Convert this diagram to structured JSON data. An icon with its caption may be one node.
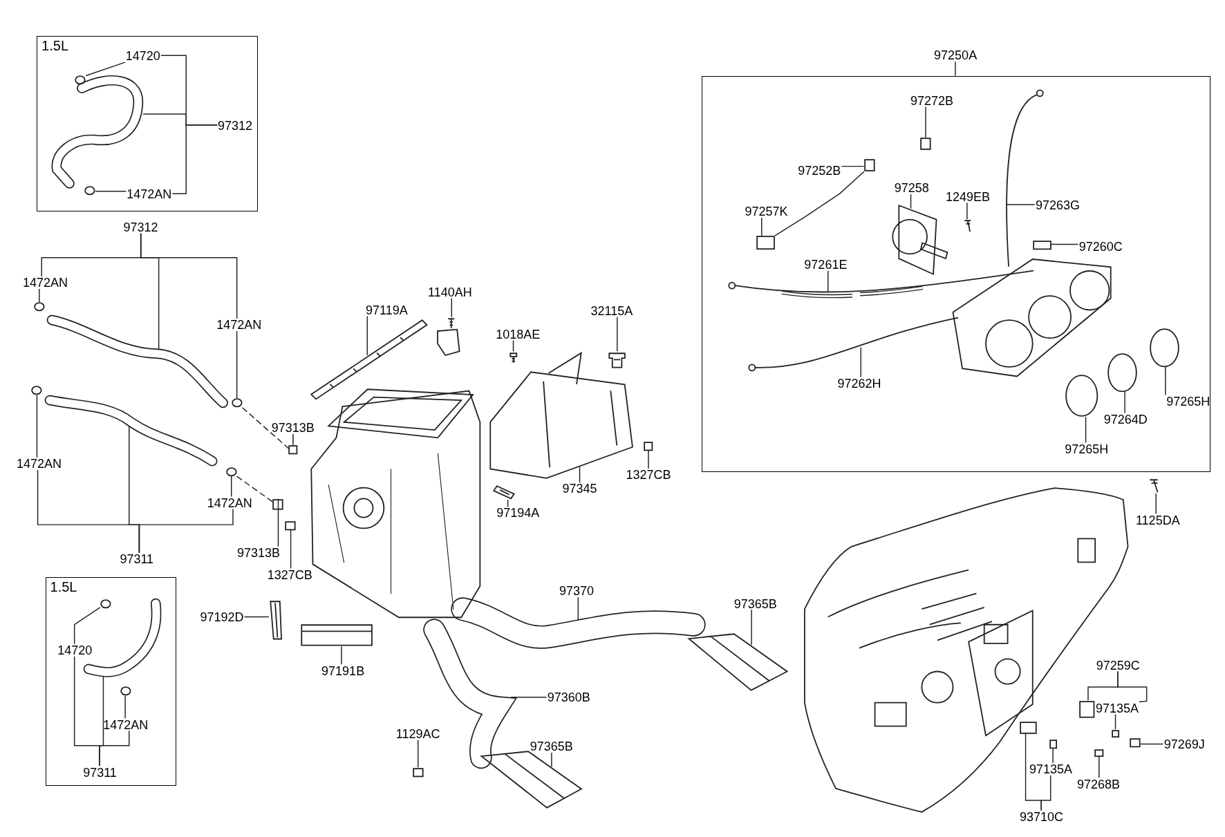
{
  "diagram": {
    "nodes": [
      {
        "text": [
          "1.5L"
        ]
      },
      {
        "text": [
          "14720"
        ],
        "in": 0
      },
      {
        "text": [
          "97312"
        ],
        "in": 0
      },
      {
        "text": [
          "1472AN"
        ],
        "in": 0
      },
      {
        "text": [
          "97312"
        ]
      },
      {
        "text": [
          "1472AN"
        ]
      },
      {
        "text": [
          "1472AN"
        ]
      },
      {
        "text": [
          "1472AN"
        ]
      },
      {
        "text": [
          "1472AN"
        ]
      },
      {
        "text": [
          "97311"
        ]
      },
      {
        "text": [
          "1.5L"
        ]
      },
      {
        "text": [
          "14720"
        ],
        "in": 10
      },
      {
        "text": [
          "1472AN"
        ],
        "in": 10
      },
      {
        "text": [
          "97311"
        ],
        "in": 10
      },
      {
        "text": [
          "97119A"
        ]
      },
      {
        "text": [
          "1140AH"
        ]
      },
      {
        "text": [
          "1018AE"
        ]
      },
      {
        "text": [
          "32115A"
        ]
      },
      {
        "text": [
          "97313B"
        ]
      },
      {
        "text": [
          "97313B"
        ]
      },
      {
        "text": [
          "1327CB"
        ]
      },
      {
        "text": [
          "97345"
        ]
      },
      {
        "text": [
          "1327CB"
        ]
      },
      {
        "text": [
          "97194A"
        ]
      },
      {
        "text": [
          "97192D"
        ]
      },
      {
        "text": [
          "97191B"
        ]
      },
      {
        "text": [
          "97370"
        ]
      },
      {
        "text": [
          "97365B"
        ]
      },
      {
        "text": [
          "97360B"
        ]
      },
      {
        "text": [
          "1129AC"
        ]
      },
      {
        "text": [
          "97365B"
        ]
      },
      {
        "text": [
          "97250A"
        ]
      },
      {
        "text": [],
        "shape": "box"
      },
      {
        "text": [
          "97272B"
        ],
        "in": 32
      },
      {
        "text": [
          "97252B"
        ],
        "in": 32
      },
      {
        "text": [
          "97258"
        ],
        "in": 32
      },
      {
        "text": [
          "1249EB"
        ],
        "in": 32
      },
      {
        "text": [
          "97263G"
        ],
        "in": 32
      },
      {
        "text": [
          "97257K"
        ],
        "in": 32
      },
      {
        "text": [
          "97260C"
        ],
        "in": 32
      },
      {
        "text": [
          "97261E"
        ],
        "in": 32
      },
      {
        "text": [
          "97262H"
        ],
        "in": 32
      },
      {
        "text": [
          "97265H"
        ],
        "in": 32
      },
      {
        "text": [
          "97264D"
        ],
        "in": 32
      },
      {
        "text": [
          "97265H"
        ],
        "in": 32
      },
      {
        "text": [
          "1125DA"
        ]
      },
      {
        "text": [
          "97259C"
        ]
      },
      {
        "text": [
          "97135A"
        ]
      },
      {
        "text": [
          "97269J"
        ]
      },
      {
        "text": [
          "97135A"
        ]
      },
      {
        "text": [
          "97268B"
        ]
      },
      {
        "text": [
          "93710C"
        ]
      },
      {
        "text": [],
        "shape": "picture",
        "in": 0
      },
      {
        "text": [],
        "shape": "circle",
        "in": 52
      },
      {
        "text": [],
        "shape": "circle",
        "in": 0
      },
      {
        "text": [],
        "shape": "picture"
      },
      {
        "text": [],
        "shape": "circle"
      },
      {
        "text": [],
        "shape": "circle"
      },
      {
        "text": [],
        "shape": "picture"
      },
      {
        "text": [],
        "shape": "circle"
      },
      {
        "text": [],
        "shape": "circle"
      },
      {
        "text": [],
        "shape": "picture",
        "in": 10
      },
      {
        "text": [],
        "shape": "circle",
        "in": 61
      },
      {
        "text": [],
        "shape": "circle",
        "in": 10
      },
      {
        "text": [],
        "shape": "picture"
      },
      {
        "text": [],
        "shape": "picture"
      },
      {
        "text": [],
        "shape": "picture"
      },
      {
        "text": [],
        "shape": "picture"
      },
      {
        "text": [],
        "shape": "box"
      },
      {
        "text": [],
        "shape": "box"
      },
      {
        "text": [],
        "shape": "box"
      },
      {
        "text": [],
        "shape": "picture"
      },
      {
        "text": [],
        "shape": "box"
      },
      {
        "text": [],
        "shape": "picture"
      },
      {
        "text": [],
        "shape": "picture"
      },
      {
        "text": [],
        "shape": "picture"
      },
      {
        "text": [],
        "shape": "picture"
      },
      {
        "text": [],
        "shape": "picture"
      },
      {
        "text": [],
        "shape": "picture"
      },
      {
        "text": [],
        "shape": "box"
      },
      {
        "text": [],
        "shape": "picture"
      },
      {
        "text": [],
        "shape": "box",
        "in": 32
      },
      {
        "text": [],
        "shape": "box",
        "in": 32
      },
      {
        "text": [],
        "shape": "picture",
        "in": 32
      },
      {
        "text": [],
        "shape": "picture",
        "in": 32
      },
      {
        "text": [],
        "shape": "picture",
        "in": 32
      },
      {
        "text": [],
        "shape": "box",
        "in": 32
      },
      {
        "text": [],
        "shape": "box",
        "in": 32
      },
      {
        "text": [],
        "shape": "picture",
        "in": 32
      },
      {
        "text": [],
        "shape": "picture",
        "in": 32
      },
      {
        "text": [],
        "shape": "circle",
        "in": 32
      },
      {
        "text": [],
        "shape": "circle",
        "in": 32
      },
      {
        "text": [],
        "shape": "circle",
        "in": 32
      },
      {
        "text": [],
        "shape": "picture"
      },
      {
        "text": [],
        "shape": "box"
      },
      {
        "text": [],
        "shape": "box"
      },
      {
        "text": [],
        "shape": "box"
      },
      {
        "text": [],
        "shape": "box"
      },
      {
        "text": [],
        "shape": "box"
      },
      {
        "text": [],
        "shape": "box"
      },
      {
        "text": [],
        "shape": "picture"
      }
    ],
    "edges": [
      {
        "from": 1,
        "to": 53,
        "arrow": "none"
      },
      {
        "from": 1,
        "to": 2,
        "arrow": "none"
      },
      {
        "from": 2,
        "to": 52,
        "arrow": "none"
      },
      {
        "from": 3,
        "to": 2,
        "arrow": "none"
      },
      {
        "from": 3,
        "to": 54,
        "arrow": "none"
      },
      {
        "from": 4,
        "to": 5,
        "arrow": "none"
      },
      {
        "from": 4,
        "to": 55,
        "arrow": "none"
      },
      {
        "from": 4,
        "to": 6,
        "arrow": "none"
      },
      {
        "from": 5,
        "to": 56,
        "arrow": "none"
      },
      {
        "from": 6,
        "to": 57,
        "arrow": "none"
      },
      {
        "from": 9,
        "to": 7,
        "arrow": "none"
      },
      {
        "from": 9,
        "to": 58,
        "arrow": "none"
      },
      {
        "from": 9,
        "to": 8,
        "arrow": "none"
      },
      {
        "from": 7,
        "to": 59,
        "arrow": "none"
      },
      {
        "from": 8,
        "to": 60,
        "arrow": "none"
      },
      {
        "from": 11,
        "to": 62,
        "arrow": "none"
      },
      {
        "from": 13,
        "to": 11,
        "arrow": "none"
      },
      {
        "from": 13,
        "to": 61,
        "arrow": "none"
      },
      {
        "from": 13,
        "to": 12,
        "arrow": "none"
      },
      {
        "from": 12,
        "to": 63,
        "arrow": "none"
      },
      {
        "from": 14,
        "to": 64,
        "arrow": "none"
      },
      {
        "from": 15,
        "to": 65,
        "arrow": "none"
      },
      {
        "from": 16,
        "to": 66,
        "arrow": "none"
      },
      {
        "from": 17,
        "to": 67,
        "arrow": "none"
      },
      {
        "from": 18,
        "to": 68,
        "arrow": "none"
      },
      {
        "from": 19,
        "to": 69,
        "arrow": "none"
      },
      {
        "from": 20,
        "to": 70,
        "arrow": "none"
      },
      {
        "from": 21,
        "to": 71,
        "arrow": "none"
      },
      {
        "from": 22,
        "to": 72,
        "arrow": "none"
      },
      {
        "from": 23,
        "to": 73,
        "arrow": "none"
      },
      {
        "from": 24,
        "to": 74,
        "arrow": "none"
      },
      {
        "from": 25,
        "to": 75,
        "arrow": "none"
      },
      {
        "from": 26,
        "to": 76,
        "arrow": "none"
      },
      {
        "from": 27,
        "to": 77,
        "arrow": "none"
      },
      {
        "from": 28,
        "to": 78,
        "arrow": "none"
      },
      {
        "from": 29,
        "to": 79,
        "arrow": "none"
      },
      {
        "from": 30,
        "to": 80,
        "arrow": "none"
      },
      {
        "from": 31,
        "to": 32,
        "arrow": "none"
      },
      {
        "from": 33,
        "to": 81,
        "arrow": "none"
      },
      {
        "from": 34,
        "to": 82,
        "arrow": "none"
      },
      {
        "from": 35,
        "to": 83,
        "arrow": "none"
      },
      {
        "from": 36,
        "to": 84,
        "arrow": "none"
      },
      {
        "from": 37,
        "to": 85,
        "arrow": "none"
      },
      {
        "from": 38,
        "to": 86,
        "arrow": "none"
      },
      {
        "from": 39,
        "to": 87,
        "arrow": "none"
      },
      {
        "from": 40,
        "to": 88,
        "arrow": "none"
      },
      {
        "from": 41,
        "to": 89,
        "arrow": "none"
      },
      {
        "from": 42,
        "to": 90,
        "arrow": "none"
      },
      {
        "from": 43,
        "to": 91,
        "arrow": "none"
      },
      {
        "from": 44,
        "to": 92,
        "arrow": "none"
      },
      {
        "from": 45,
        "to": 93,
        "arrow": "none"
      },
      {
        "from": 46,
        "to": 94,
        "arrow": "none"
      },
      {
        "from": 46,
        "to": 47,
        "arrow": "none"
      },
      {
        "from": 47,
        "to": 95,
        "arrow": "none"
      },
      {
        "from": 48,
        "to": 96,
        "arrow": "none"
      },
      {
        "from": 49,
        "to": 97,
        "arrow": "none"
      },
      {
        "from": 50,
        "to": 98,
        "arrow": "none"
      },
      {
        "from": 51,
        "to": 99,
        "arrow": "none"
      },
      {
        "from": 51,
        "to": 49,
        "arrow": "none"
      },
      {
        "from": 86,
        "to": 82,
        "arrow": "none"
      },
      {
        "from": 57,
        "to": 68,
        "arrow": "none",
        "style": "dashed"
      },
      {
        "from": 60,
        "to": 69,
        "arrow": "none",
        "style": "dashed"
      }
    ]
  }
}
